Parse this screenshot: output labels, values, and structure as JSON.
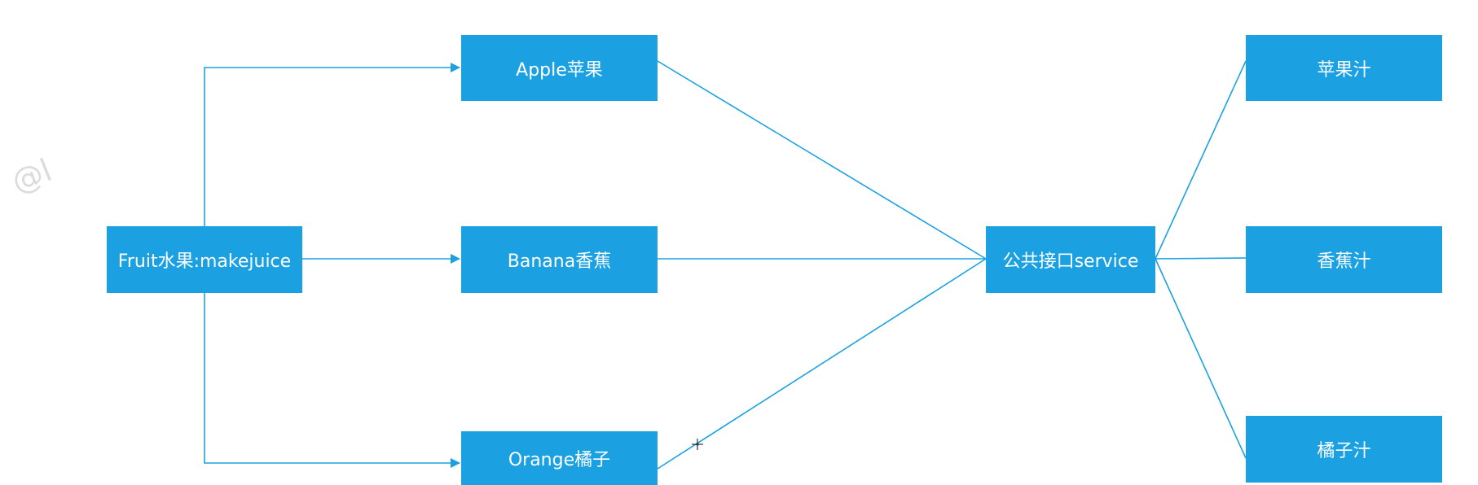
{
  "watermark": "@l",
  "colors": {
    "node_fill": "#1ba1e2",
    "edge": "#1ba1e2",
    "node_text": "#ffffff"
  },
  "nodes": {
    "fruit": "Fruit水果:makejuice",
    "apple": "Apple苹果",
    "banana": "Banana香蕉",
    "orange": "Orange橘子",
    "service": "公共接口service",
    "apple_juice": "苹果汁",
    "banana_juice": "香蕉汁",
    "orange_juice": "橘子汁"
  },
  "edges": [
    {
      "from": "fruit",
      "to": "apple",
      "style": "orthogonal-arrow"
    },
    {
      "from": "fruit",
      "to": "banana",
      "style": "arrow"
    },
    {
      "from": "fruit",
      "to": "orange",
      "style": "orthogonal-arrow"
    },
    {
      "from": "apple",
      "to": "service",
      "style": "line"
    },
    {
      "from": "banana",
      "to": "service",
      "style": "line"
    },
    {
      "from": "orange",
      "to": "service",
      "style": "line"
    },
    {
      "from": "service",
      "to": "apple_juice",
      "style": "line"
    },
    {
      "from": "service",
      "to": "banana_juice",
      "style": "line"
    },
    {
      "from": "service",
      "to": "orange_juice",
      "style": "line"
    }
  ]
}
